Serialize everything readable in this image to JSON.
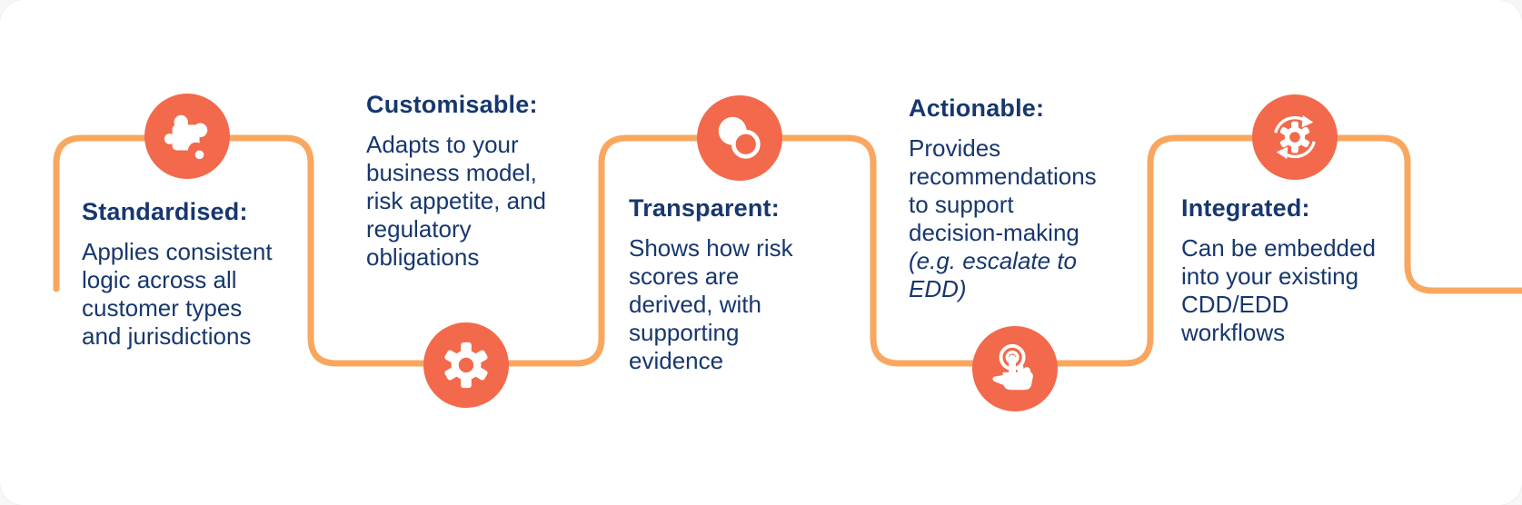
{
  "colors": {
    "icon_circle": "#F2694B",
    "path_line": "#F9A75F",
    "text_navy": "#17376E",
    "background": "#FFFFFF"
  },
  "sections": [
    {
      "id": "standardised",
      "icon": "puzzle-icon",
      "heading": "Standardised:",
      "body_lines": [
        {
          "text": "Applies consistent"
        },
        {
          "text": "logic across all"
        },
        {
          "text": "customer types"
        },
        {
          "text": "and jurisdictions"
        }
      ]
    },
    {
      "id": "customisable",
      "icon": "gear-icon",
      "heading": "Customisable:",
      "body_lines": [
        {
          "text": "Adapts to your"
        },
        {
          "text": "business model,"
        },
        {
          "text": "risk appetite, and"
        },
        {
          "text": "regulatory"
        },
        {
          "text": "obligations"
        }
      ]
    },
    {
      "id": "transparent",
      "icon": "overlap-circles-icon",
      "heading": "Transparent:",
      "body_lines": [
        {
          "text": "Shows how risk"
        },
        {
          "text": "scores are"
        },
        {
          "text": "derived, with"
        },
        {
          "text": "supporting"
        },
        {
          "text": "evidence"
        }
      ]
    },
    {
      "id": "actionable",
      "icon": "tap-hand-icon",
      "heading": "Actionable:",
      "body_lines": [
        {
          "text": "Provides"
        },
        {
          "text": "recommendations"
        },
        {
          "text": "to support"
        },
        {
          "text": "decision-making"
        },
        {
          "text": "(e.g. escalate to",
          "italic": true
        },
        {
          "text": "EDD)",
          "italic": true
        }
      ]
    },
    {
      "id": "integrated",
      "icon": "sync-gear-icon",
      "heading": "Integrated:",
      "body_lines": [
        {
          "text": "Can be embedded"
        },
        {
          "text": "into your existing"
        },
        {
          "text": "CDD/EDD"
        },
        {
          "text": "workflows"
        }
      ]
    }
  ]
}
